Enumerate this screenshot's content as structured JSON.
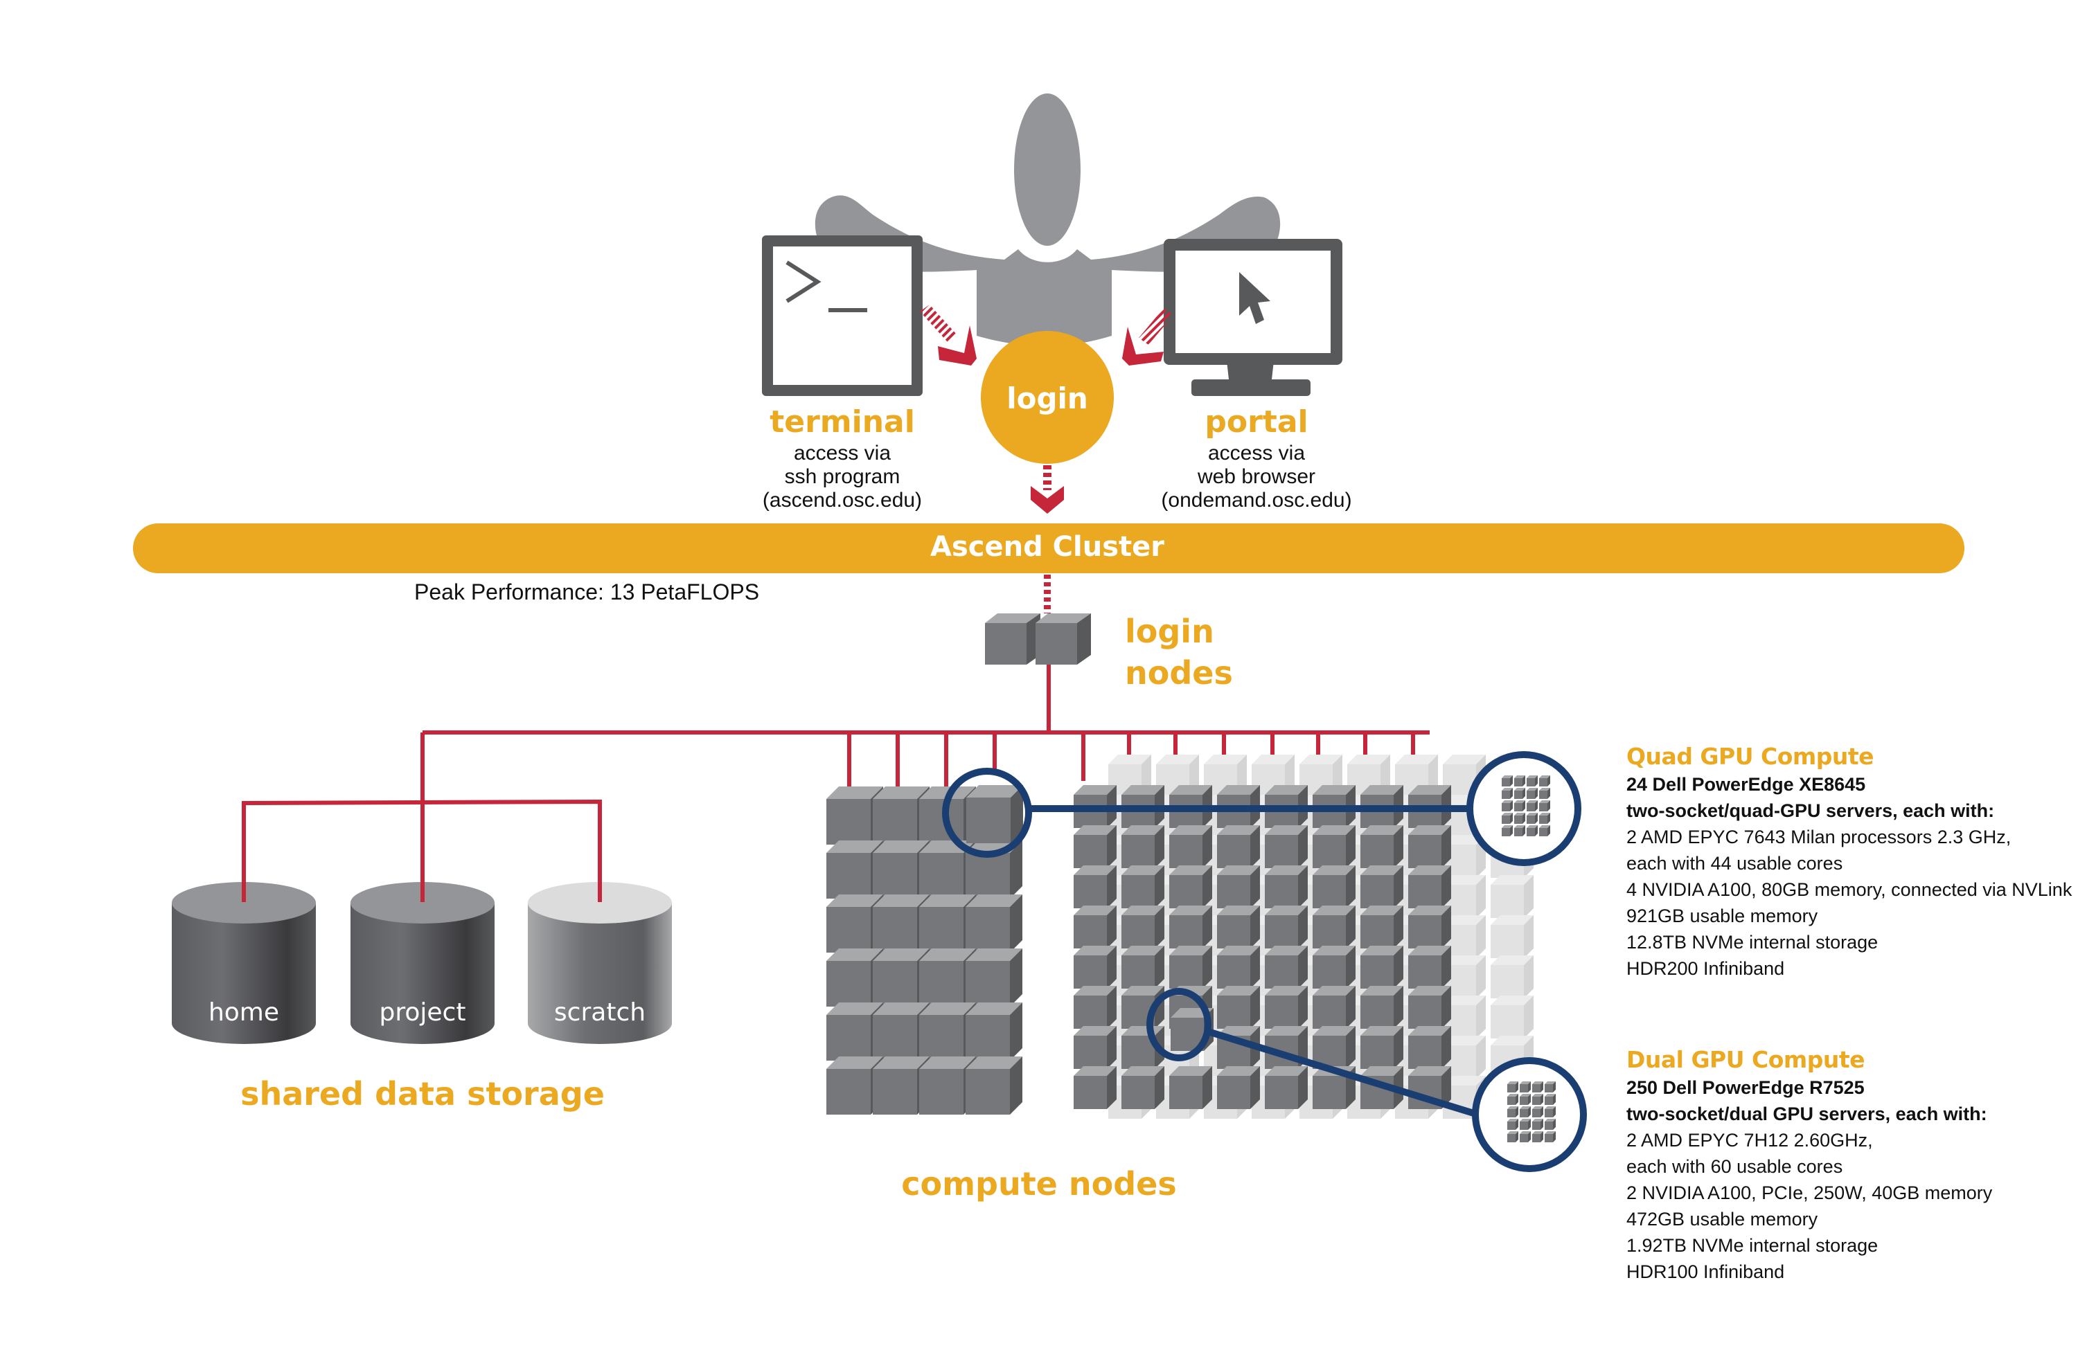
{
  "user": {
    "figure_icon": "person-icon",
    "terminal": {
      "icon": "terminal-monitor-icon",
      "prompt_glyph": ">_",
      "title": "terminal",
      "lines": [
        "access via",
        "ssh program",
        "(ascend.osc.edu)"
      ]
    },
    "portal": {
      "icon": "desktop-monitor-icon",
      "title": "portal",
      "lines": [
        "access via",
        "web browser",
        "(ondemand.osc.edu)"
      ]
    },
    "login_circle": "login"
  },
  "cluster": {
    "name": "Ascend Cluster",
    "peak_performance": "Peak Performance:  13 PetaFLOPS"
  },
  "login_nodes": {
    "label_line1": "login",
    "label_line2": "nodes"
  },
  "storage": {
    "label": "shared data storage",
    "drives": [
      "home",
      "project",
      "scratch"
    ]
  },
  "compute": {
    "label": "compute nodes",
    "quad_gpu": {
      "title": "Quad GPU Compute",
      "bold_lines": [
        "24 Dell PowerEdge XE8645",
        "two-socket/quad-GPU servers, each with:"
      ],
      "lines": [
        "2 AMD EPYC 7643 Milan processors 2.3 GHz,",
        "each with 44 usable cores",
        "4 NVIDIA A100, 80GB memory, connected via NVLink",
        "921GB usable memory",
        "12.8TB NVMe internal storage",
        "HDR200 Infiniband"
      ]
    },
    "dual_gpu": {
      "title": "Dual GPU Compute",
      "bold_lines": [
        "250 Dell PowerEdge R7525",
        "two-socket/dual GPU servers, each with:"
      ],
      "lines": [
        "2 AMD EPYC 7H12 2.60GHz,",
        "each with 60 usable cores",
        "2 NVIDIA A100, PCIe, 250W, 40GB memory",
        "472GB usable memory",
        "1.92TB NVMe internal storage",
        "HDR100 Infiniband"
      ]
    }
  },
  "colors": {
    "accent_orange": "#EBA922",
    "link_red": "#C5263A",
    "callout_navy": "#1A3E72",
    "node_gray": "#76777B",
    "figure_gray": "#939598"
  }
}
